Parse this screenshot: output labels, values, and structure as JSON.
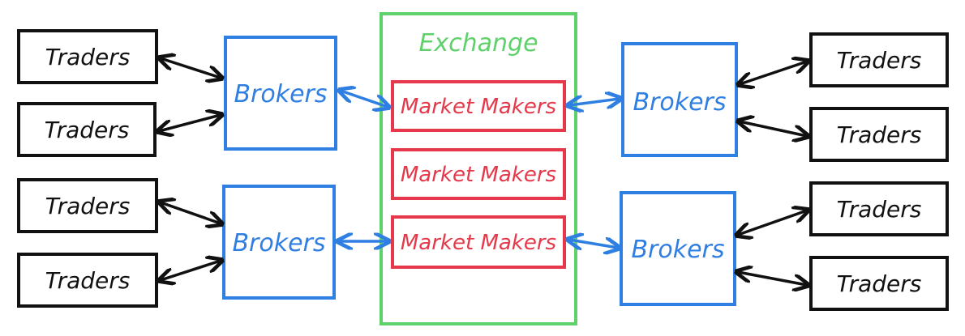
{
  "exchange": {
    "title": "Exchange",
    "color": "#5fd16b",
    "market_makers": [
      {
        "label": "Market Makers"
      },
      {
        "label": "Market Makers"
      },
      {
        "label": "Market Makers"
      }
    ]
  },
  "brokers": [
    {
      "label": "Brokers",
      "side": "left"
    },
    {
      "label": "Brokers",
      "side": "left"
    },
    {
      "label": "Brokers",
      "side": "right"
    },
    {
      "label": "Brokers",
      "side": "right"
    }
  ],
  "traders": [
    {
      "label": "Traders"
    },
    {
      "label": "Traders"
    },
    {
      "label": "Traders"
    },
    {
      "label": "Traders"
    },
    {
      "label": "Traders"
    },
    {
      "label": "Traders"
    },
    {
      "label": "Traders"
    },
    {
      "label": "Traders"
    }
  ],
  "colors": {
    "traders": "#111111",
    "brokers": "#2f7fe3",
    "market_makers": "#e5394b",
    "exchange": "#5fd16b"
  }
}
